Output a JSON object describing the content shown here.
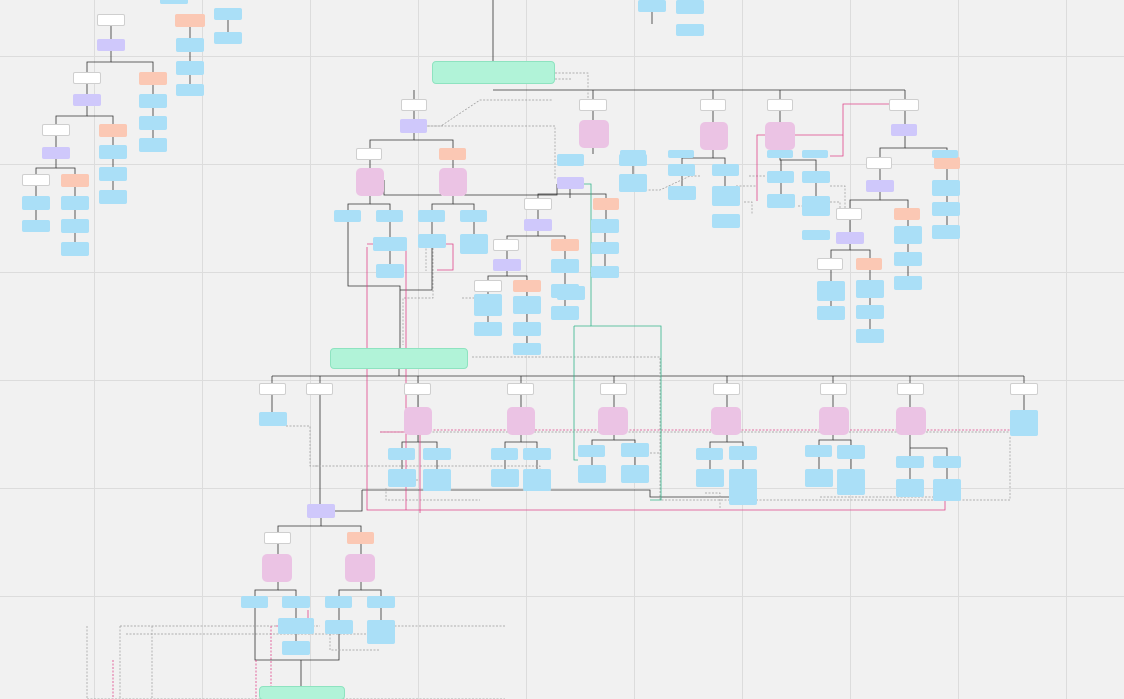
{
  "canvas": {
    "colors": {
      "background": "#f1f1f1",
      "grid": "#dcdcdc",
      "start_node": "#b1f3d8",
      "condition_node": "#cfc8fb",
      "branch_label": "#ffffff",
      "else_label": "#fbc8b4",
      "message_node": "#aadff7",
      "handler_node": "#ebc3e4",
      "solid_link": "#333333",
      "dashed_link": "#999999",
      "jump_link": "#e0458a",
      "teal_link": "#33b58a"
    }
  },
  "nodes": [
    {
      "kind": "w",
      "label": ""
    },
    {
      "kind": "o",
      "label": ""
    },
    {
      "kind": "v",
      "label": ""
    },
    {
      "kind": "b",
      "label": ""
    },
    {
      "kind": "b",
      "label": ""
    },
    {
      "kind": "b",
      "label": ""
    },
    {
      "kind": "b",
      "label": ""
    },
    {
      "kind": "b",
      "label": ""
    },
    {
      "kind": "b",
      "label": ""
    },
    {
      "kind": "w",
      "label": ""
    },
    {
      "kind": "o",
      "label": ""
    },
    {
      "kind": "v",
      "label": ""
    },
    {
      "kind": "b",
      "label": ""
    },
    {
      "kind": "b",
      "label": ""
    },
    {
      "kind": "b",
      "label": ""
    },
    {
      "kind": "w",
      "label": ""
    },
    {
      "kind": "o",
      "label": ""
    },
    {
      "kind": "v",
      "label": ""
    },
    {
      "kind": "b",
      "label": ""
    },
    {
      "kind": "b",
      "label": ""
    },
    {
      "kind": "b",
      "label": ""
    },
    {
      "kind": "w",
      "label": ""
    },
    {
      "kind": "o",
      "label": ""
    },
    {
      "kind": "b",
      "label": ""
    },
    {
      "kind": "b",
      "label": ""
    },
    {
      "kind": "b",
      "label": ""
    },
    {
      "kind": "b",
      "label": ""
    },
    {
      "kind": "b",
      "label": ""
    },
    {
      "kind": "b",
      "label": ""
    },
    {
      "kind": "b",
      "label": ""
    },
    {
      "kind": "b",
      "label": ""
    },
    {
      "kind": "g",
      "label": ""
    },
    {
      "kind": "w",
      "label": ""
    },
    {
      "kind": "v",
      "label": ""
    },
    {
      "kind": "w",
      "label": ""
    },
    {
      "kind": "o",
      "label": ""
    },
    {
      "kind": "p",
      "label": ""
    },
    {
      "kind": "p",
      "label": ""
    },
    {
      "kind": "b",
      "label": ""
    },
    {
      "kind": "b",
      "label": ""
    },
    {
      "kind": "b",
      "label": ""
    },
    {
      "kind": "b",
      "label": ""
    },
    {
      "kind": "b",
      "label": ""
    },
    {
      "kind": "b",
      "label": ""
    },
    {
      "kind": "b",
      "label": ""
    },
    {
      "kind": "w",
      "label": ""
    },
    {
      "kind": "p",
      "label": ""
    },
    {
      "kind": "b",
      "label": ""
    },
    {
      "kind": "b",
      "label": ""
    },
    {
      "kind": "v",
      "label": ""
    },
    {
      "kind": "b",
      "label": ""
    },
    {
      "kind": "w",
      "label": ""
    },
    {
      "kind": "o",
      "label": ""
    },
    {
      "kind": "v",
      "label": ""
    },
    {
      "kind": "b",
      "label": ""
    },
    {
      "kind": "b",
      "label": ""
    },
    {
      "kind": "b",
      "label": ""
    },
    {
      "kind": "b",
      "label": ""
    },
    {
      "kind": "w",
      "label": ""
    },
    {
      "kind": "o",
      "label": ""
    },
    {
      "kind": "v",
      "label": ""
    },
    {
      "kind": "b",
      "label": ""
    },
    {
      "kind": "b",
      "label": ""
    },
    {
      "kind": "b",
      "label": ""
    },
    {
      "kind": "b",
      "label": ""
    },
    {
      "kind": "w",
      "label": ""
    },
    {
      "kind": "o",
      "label": ""
    },
    {
      "kind": "b",
      "label": ""
    },
    {
      "kind": "b",
      "label": ""
    },
    {
      "kind": "b",
      "label": ""
    },
    {
      "kind": "b",
      "label": ""
    },
    {
      "kind": "b",
      "label": ""
    },
    {
      "kind": "w",
      "label": ""
    },
    {
      "kind": "p",
      "label": ""
    },
    {
      "kind": "b",
      "label": ""
    },
    {
      "kind": "b",
      "label": ""
    },
    {
      "kind": "b",
      "label": ""
    },
    {
      "kind": "b",
      "label": ""
    },
    {
      "kind": "w",
      "label": ""
    },
    {
      "kind": "p",
      "label": ""
    },
    {
      "kind": "b",
      "label": ""
    },
    {
      "kind": "b",
      "label": ""
    },
    {
      "kind": "b",
      "label": ""
    },
    {
      "kind": "b",
      "label": ""
    },
    {
      "kind": "w",
      "label": ""
    },
    {
      "kind": "v",
      "label": ""
    },
    {
      "kind": "w",
      "label": ""
    },
    {
      "kind": "o",
      "label": ""
    },
    {
      "kind": "v",
      "label": ""
    },
    {
      "kind": "w",
      "label": ""
    },
    {
      "kind": "o",
      "label": ""
    },
    {
      "kind": "v",
      "label": ""
    },
    {
      "kind": "w",
      "label": ""
    },
    {
      "kind": "o",
      "label": ""
    },
    {
      "kind": "b",
      "label": ""
    },
    {
      "kind": "b",
      "label": ""
    },
    {
      "kind": "b",
      "label": ""
    },
    {
      "kind": "b",
      "label": ""
    },
    {
      "kind": "b",
      "label": ""
    },
    {
      "kind": "b",
      "label": ""
    },
    {
      "kind": "b",
      "label": ""
    },
    {
      "kind": "b",
      "label": ""
    },
    {
      "kind": "b",
      "label": ""
    },
    {
      "kind": "b",
      "label": ""
    },
    {
      "kind": "b",
      "label": ""
    },
    {
      "kind": "b",
      "label": ""
    },
    {
      "kind": "b",
      "label": ""
    },
    {
      "kind": "b",
      "label": ""
    },
    {
      "kind": "b",
      "label": ""
    },
    {
      "kind": "b",
      "label": ""
    },
    {
      "kind": "b",
      "label": ""
    },
    {
      "kind": "b",
      "label": ""
    },
    {
      "kind": "b",
      "label": ""
    },
    {
      "kind": "g",
      "label": ""
    },
    {
      "kind": "w",
      "label": ""
    },
    {
      "kind": "w",
      "label": ""
    },
    {
      "kind": "b",
      "label": ""
    },
    {
      "kind": "w",
      "label": ""
    },
    {
      "kind": "p",
      "label": ""
    },
    {
      "kind": "b",
      "label": ""
    },
    {
      "kind": "b",
      "label": ""
    },
    {
      "kind": "b",
      "label": ""
    },
    {
      "kind": "b",
      "label": ""
    },
    {
      "kind": "w",
      "label": ""
    },
    {
      "kind": "p",
      "label": ""
    },
    {
      "kind": "b",
      "label": ""
    },
    {
      "kind": "b",
      "label": ""
    },
    {
      "kind": "b",
      "label": ""
    },
    {
      "kind": "b",
      "label": ""
    },
    {
      "kind": "w",
      "label": ""
    },
    {
      "kind": "p",
      "label": ""
    },
    {
      "kind": "b",
      "label": ""
    },
    {
      "kind": "b",
      "label": ""
    },
    {
      "kind": "b",
      "label": ""
    },
    {
      "kind": "b",
      "label": ""
    },
    {
      "kind": "w",
      "label": ""
    },
    {
      "kind": "p",
      "label": ""
    },
    {
      "kind": "b",
      "label": ""
    },
    {
      "kind": "b",
      "label": ""
    },
    {
      "kind": "b",
      "label": ""
    },
    {
      "kind": "b",
      "label": ""
    },
    {
      "kind": "w",
      "label": ""
    },
    {
      "kind": "p",
      "label": ""
    },
    {
      "kind": "b",
      "label": ""
    },
    {
      "kind": "b",
      "label": ""
    },
    {
      "kind": "b",
      "label": ""
    },
    {
      "kind": "b",
      "label": ""
    },
    {
      "kind": "w",
      "label": ""
    },
    {
      "kind": "p",
      "label": ""
    },
    {
      "kind": "b",
      "label": ""
    },
    {
      "kind": "b",
      "label": ""
    },
    {
      "kind": "b",
      "label": ""
    },
    {
      "kind": "b",
      "label": ""
    },
    {
      "kind": "w",
      "label": ""
    },
    {
      "kind": "b",
      "label": ""
    },
    {
      "kind": "v",
      "label": ""
    },
    {
      "kind": "w",
      "label": ""
    },
    {
      "kind": "o",
      "label": ""
    },
    {
      "kind": "p",
      "label": ""
    },
    {
      "kind": "p",
      "label": ""
    },
    {
      "kind": "b",
      "label": ""
    },
    {
      "kind": "b",
      "label": ""
    },
    {
      "kind": "b",
      "label": ""
    },
    {
      "kind": "b",
      "label": ""
    },
    {
      "kind": "b",
      "label": ""
    },
    {
      "kind": "b",
      "label": ""
    },
    {
      "kind": "b",
      "label": ""
    },
    {
      "kind": "b",
      "label": ""
    },
    {
      "kind": "b",
      "label": ""
    },
    {
      "kind": "g",
      "label": ""
    }
  ]
}
